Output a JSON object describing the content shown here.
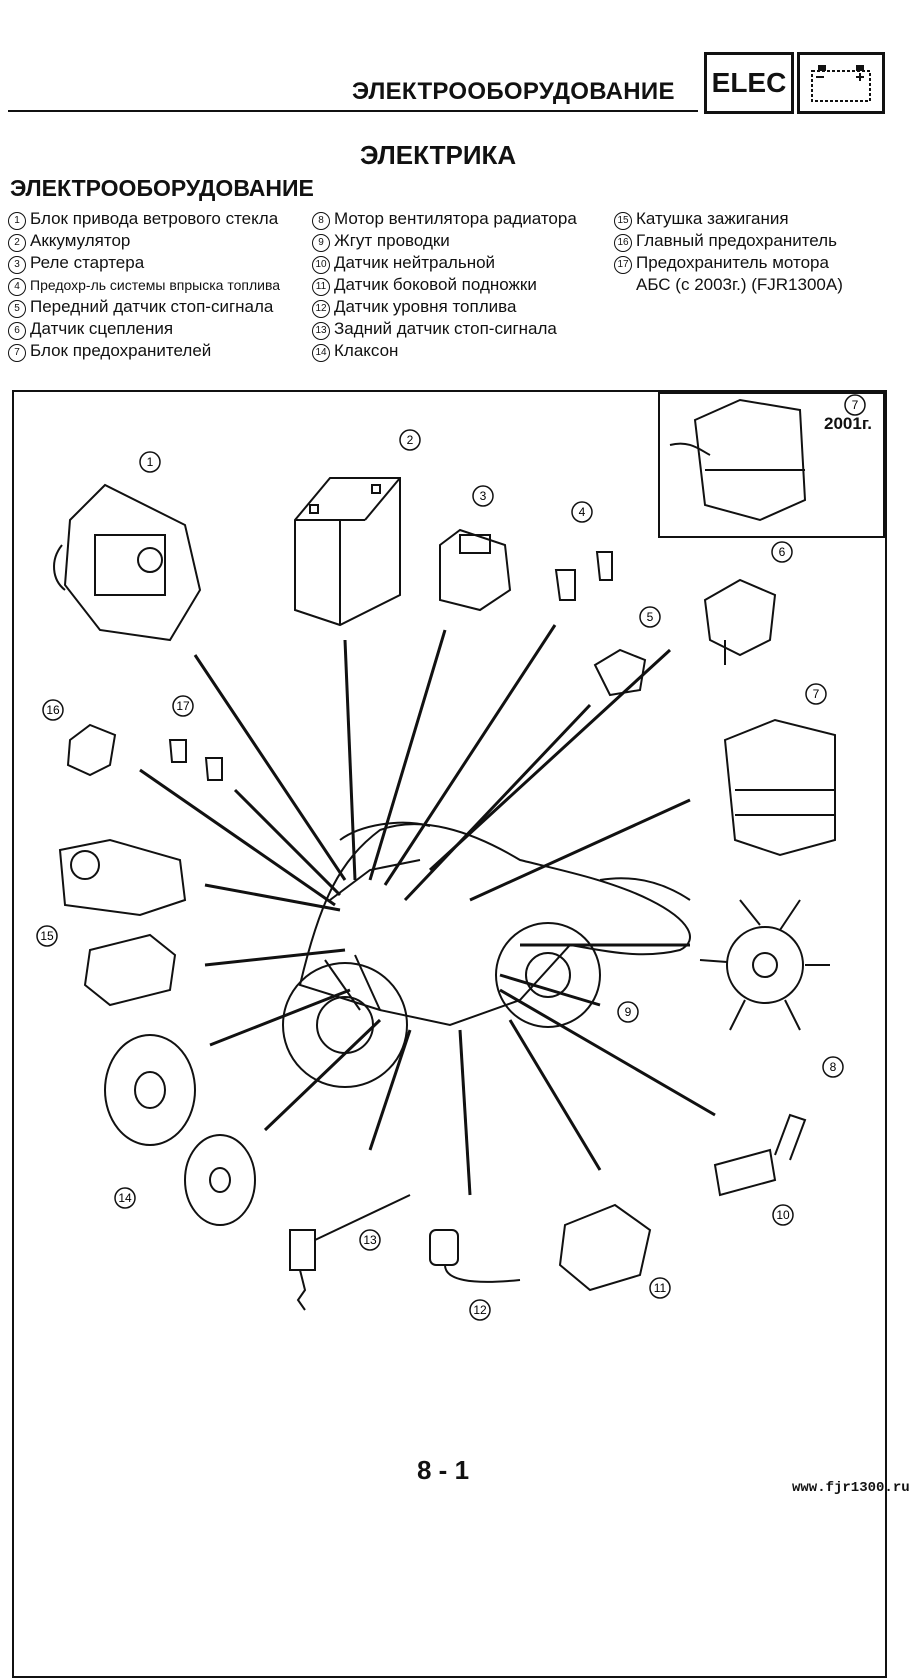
{
  "header": {
    "section_title": "ЭЛЕКТРООБОРУДОВАНИЕ",
    "badge": "ELEC",
    "battery_icon": "battery-icon"
  },
  "page_title": "ЭЛЕКТРИКА",
  "section_title": "ЭЛЕКТРООБОРУДОВАНИЕ",
  "legend": {
    "col1": [
      {
        "n": "1",
        "text": "Блок привода ветрового стекла"
      },
      {
        "n": "2",
        "text": "Аккумулятор"
      },
      {
        "n": "3",
        "text": "Реле стартера"
      },
      {
        "n": "4",
        "text": "Предохр-ль системы впрыска топлива"
      },
      {
        "n": "5",
        "text": "Передний датчик стоп-сигнала"
      },
      {
        "n": "6",
        "text": "Датчик сцепления"
      },
      {
        "n": "7",
        "text": "Блок предохранителей"
      }
    ],
    "col2": [
      {
        "n": "8",
        "text": "Мотор вентилятора радиатора"
      },
      {
        "n": "9",
        "text": "Жгут проводки"
      },
      {
        "n": "10",
        "text": "Датчик нейтральной"
      },
      {
        "n": "11",
        "text": "Датчик боковой подножки"
      },
      {
        "n": "12",
        "text": "Датчик уровня топлива"
      },
      {
        "n": "13",
        "text": "Задний датчик стоп-сигнала"
      },
      {
        "n": "14",
        "text": "Клаксон"
      }
    ],
    "col3": [
      {
        "n": "15",
        "text": "Катушка зажигания"
      },
      {
        "n": "16",
        "text": "Главный предохранитель"
      },
      {
        "n": "17",
        "text": "Предохранитель мотора"
      },
      {
        "n": "",
        "text": "АБС (с 2003г.) (FJR1300A)"
      }
    ]
  },
  "inset": {
    "callout": "7",
    "year": "2001г."
  },
  "callouts": [
    "1",
    "2",
    "3",
    "4",
    "5",
    "6",
    "7",
    "8",
    "9",
    "10",
    "11",
    "12",
    "13",
    "14",
    "15",
    "16",
    "17"
  ],
  "page_number": "8 - 1",
  "site": "www.fjr1300.ru"
}
